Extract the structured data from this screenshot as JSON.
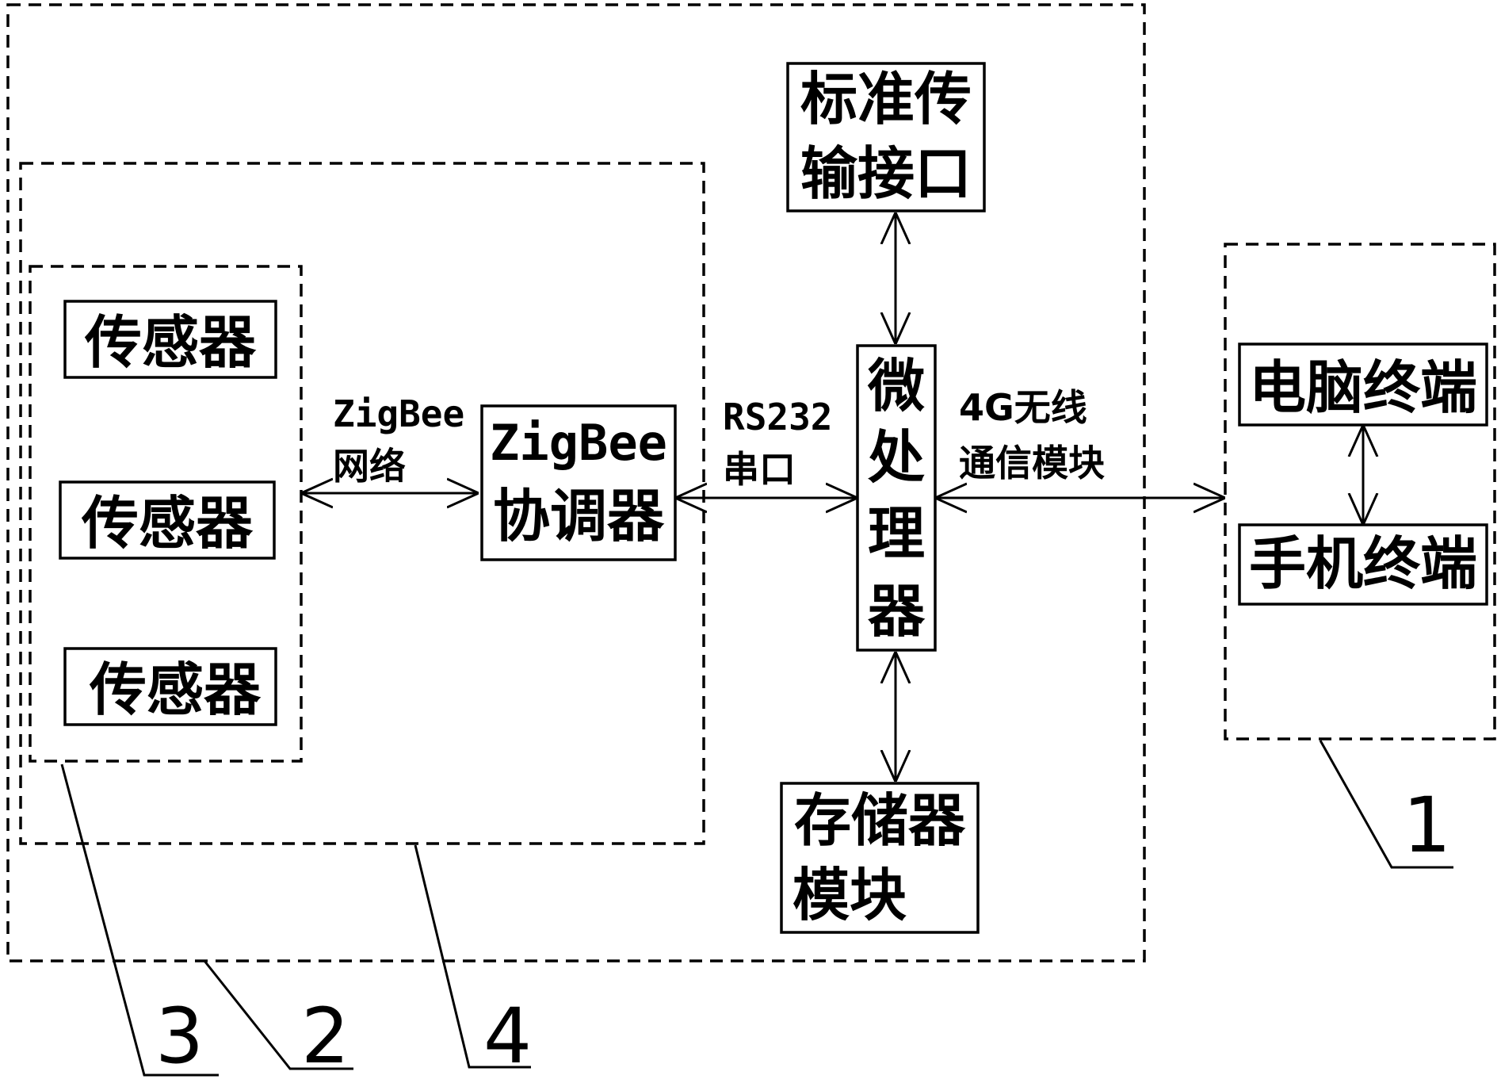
{
  "sensors": [
    "传感器",
    "传感器",
    "传感器"
  ],
  "zigbee_link": {
    "line1": "ZigBee",
    "line2": "网络"
  },
  "coordinator": {
    "line1": "ZigBee",
    "line2": "协调器"
  },
  "serial_link": {
    "line1": "RS232",
    "line2": "串口"
  },
  "std_interface": {
    "line1": "标准传",
    "line2": "输接口"
  },
  "microprocessor": [
    "微",
    "处",
    "理",
    "器"
  ],
  "storage": {
    "line1": "存储器",
    "line2": "模块"
  },
  "wireless_link": {
    "line1": "4G无线",
    "line2": "通信模块"
  },
  "terminals": {
    "pc": "电脑终端",
    "mobile": "手机终端"
  },
  "callouts": {
    "n1": "1",
    "n2": "2",
    "n3": "3",
    "n4": "4"
  }
}
